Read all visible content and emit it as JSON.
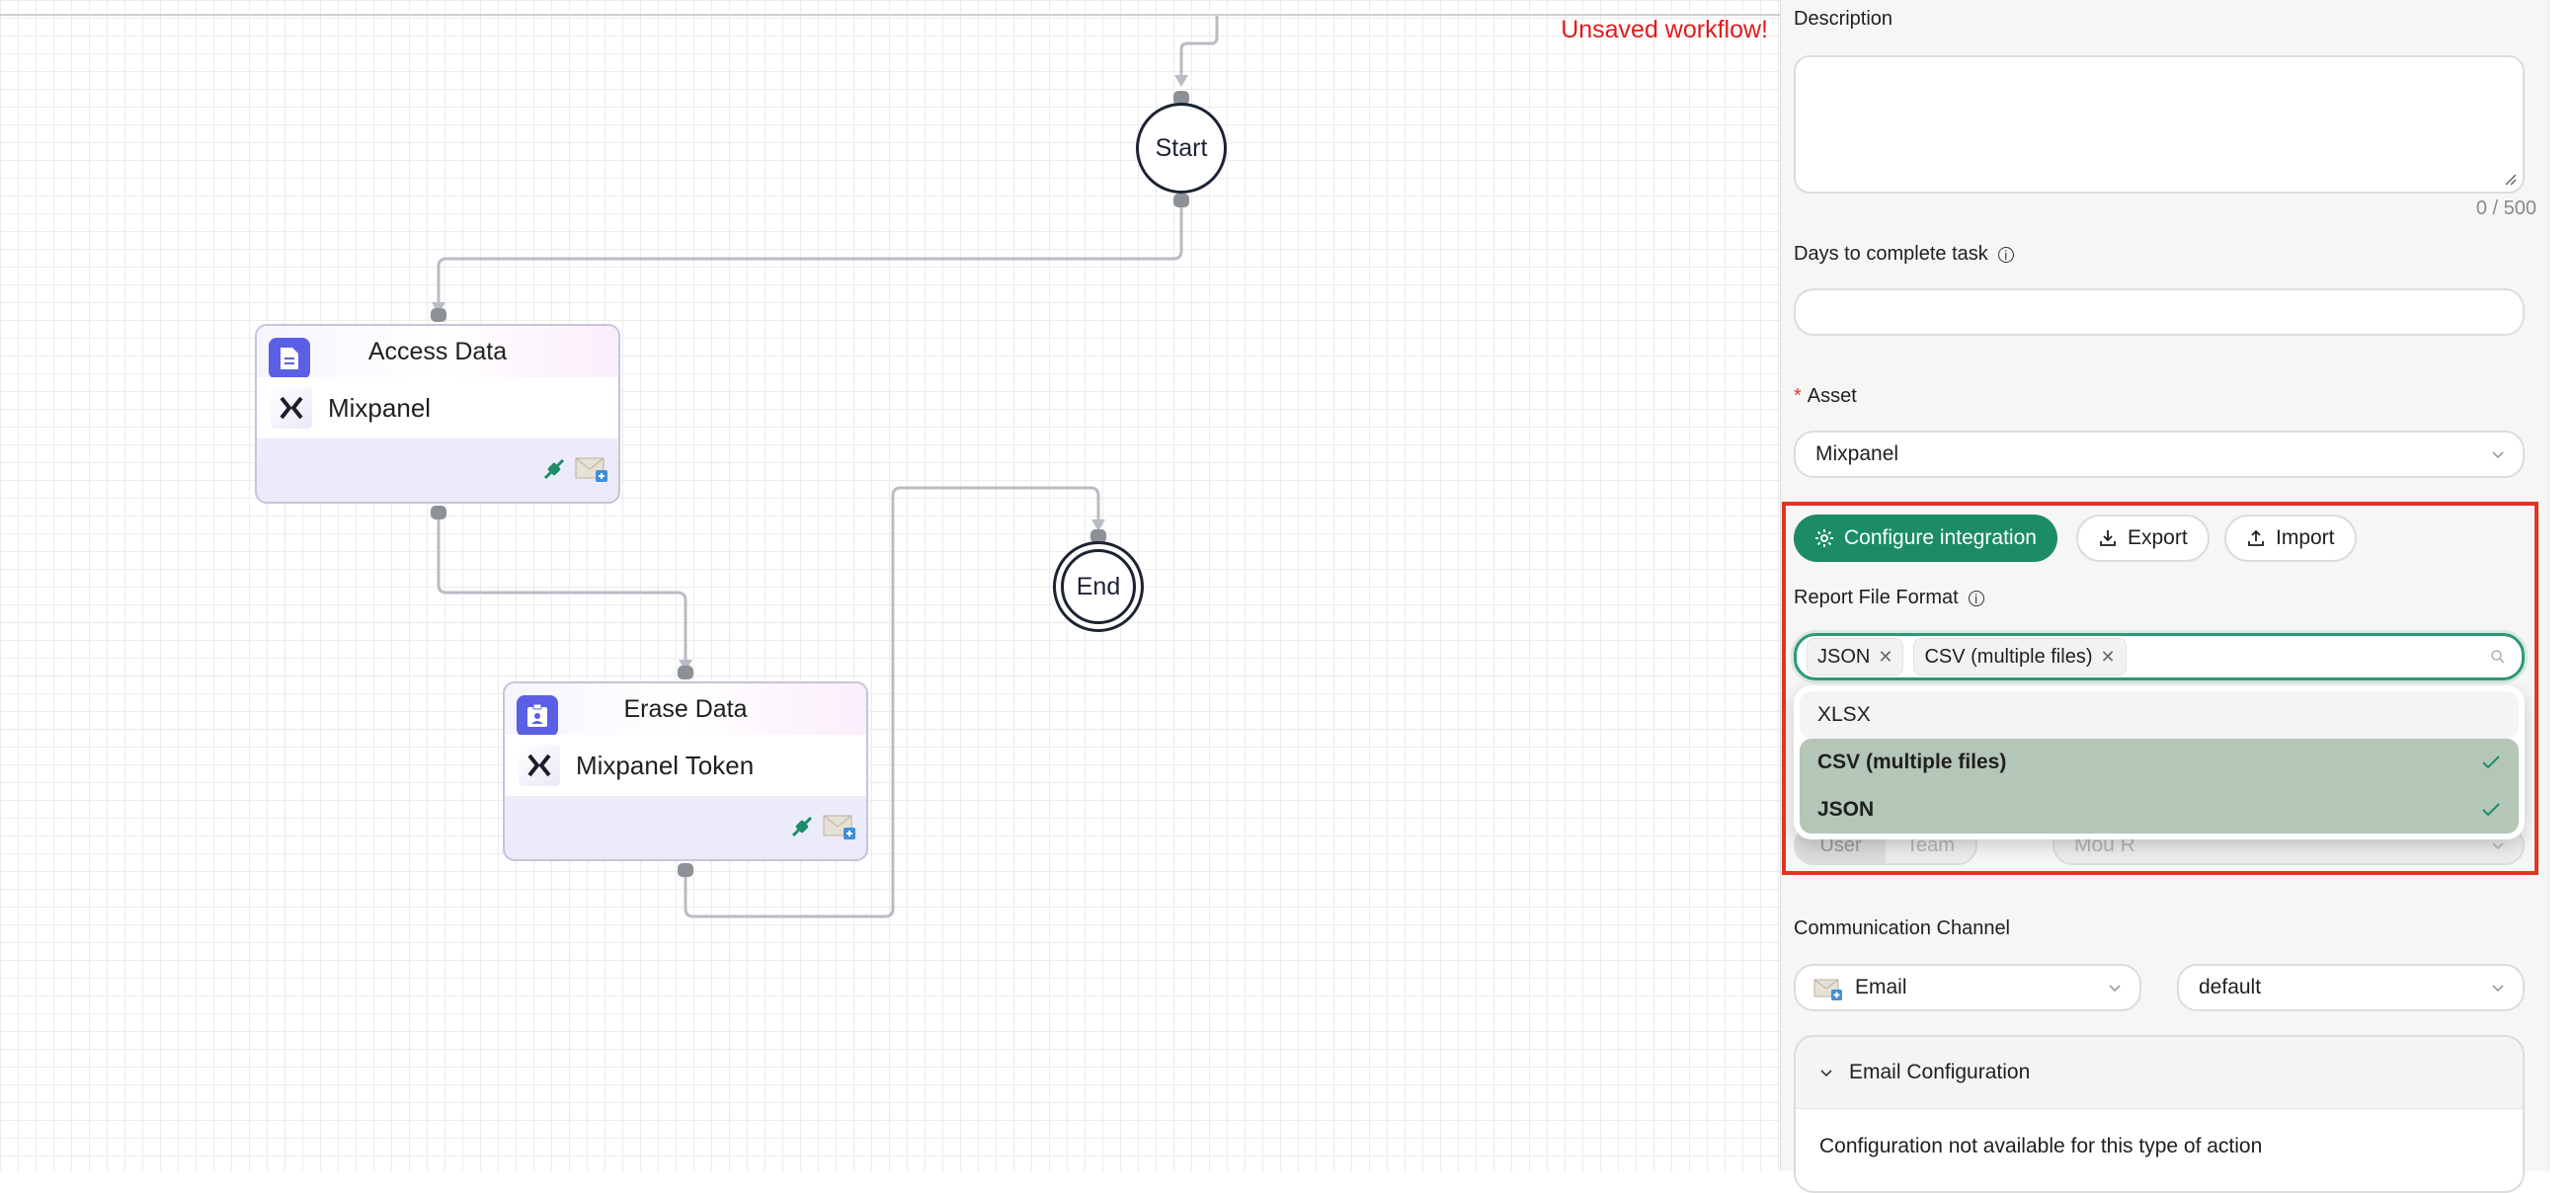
{
  "canvas": {
    "unsaved_notice": "Unsaved workflow!",
    "nodes": {
      "start_label": "Start",
      "end_label": "End",
      "access_task": {
        "title": "Access Data",
        "asset": "Mixpanel"
      },
      "erase_task": {
        "title": "Erase Data",
        "asset": "Mixpanel Token"
      }
    }
  },
  "panel": {
    "description_label": "Description",
    "description_value": "",
    "description_counter": "0 / 500",
    "days_label": "Days to complete task",
    "days_value": "",
    "asset_label": "Asset",
    "asset_value": "Mixpanel",
    "actions": {
      "configure_label": "Configure integration",
      "export_label": "Export",
      "import_label": "Import"
    },
    "report_format_label": "Report File Format",
    "report_format_selected": [
      "JSON",
      "CSV (multiple files)"
    ],
    "report_format_options": [
      {
        "label": "XLSX",
        "selected": false
      },
      {
        "label": "CSV (multiple files)",
        "selected": true
      },
      {
        "label": "JSON",
        "selected": true
      }
    ],
    "assignee": {
      "segment_user": "User",
      "segment_team": "Team",
      "selected_value": "Mou R"
    },
    "communication_label": "Communication Channel",
    "channel_value": "Email",
    "template_value": "default",
    "email_config_title": "Email Configuration",
    "email_config_message": "Configuration not available for this type of action"
  },
  "colors": {
    "primary": "#1c8c67",
    "highlight": "#e03424",
    "unsaved": "#e01b1b",
    "selected_option": "#b4c6b7",
    "task_badge": "#5b5fe5"
  }
}
